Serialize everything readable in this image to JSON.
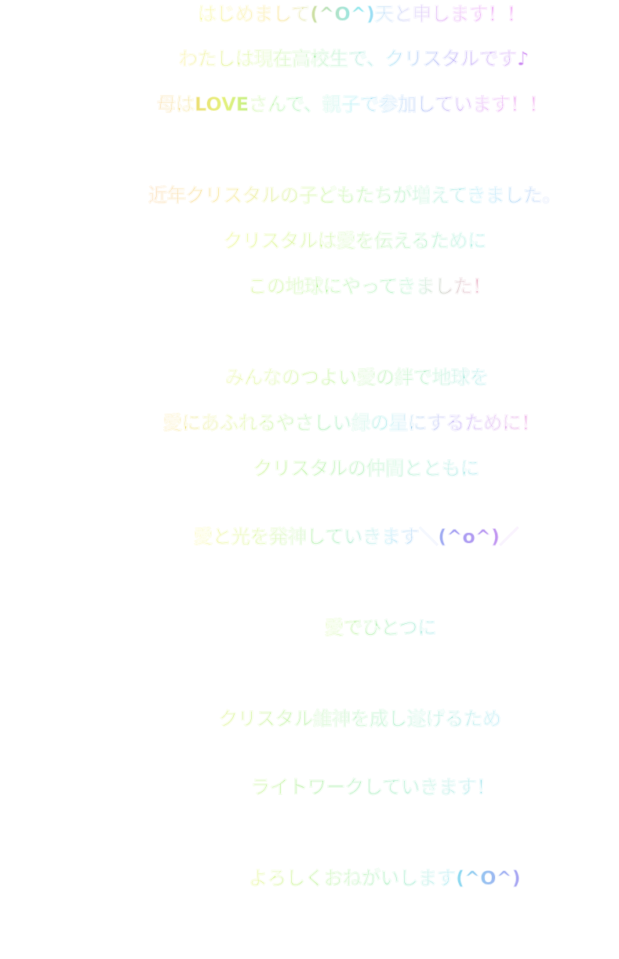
{
  "lines": [
    "はじめまして(^O^)天と申します！！",
    "わたしは現在高校生で、クリスタルです♪",
    "母はLOVEさんで、親子で参加しています！！",
    "近年クリスタルの子どもたちが増えてきました。",
    "クリスタルは愛を伝えるために",
    "この地球にやってきました！",
    "みんなのつよい愛の絆で地球を",
    "愛にあふれるやさしい緑の星にするために！",
    "クリスタルの仲間とともに",
    "愛と光を発神していきます＼(^o^)／",
    "愛でひとつに",
    "クリスタル維神を成し遂げるため",
    "ライトワークしていきます！",
    "よろしくおねがいします(^O^)"
  ]
}
